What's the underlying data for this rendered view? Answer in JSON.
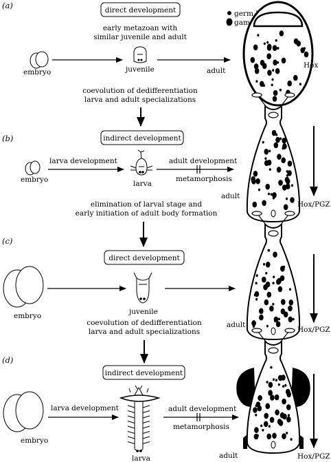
{
  "legend": {
    "germ_line": "germ line",
    "gametes": "gametes"
  },
  "panels": [
    {
      "letter": "(a)",
      "box": "direct development",
      "caption": [
        "early metazoan with",
        "similar juvenile and adult"
      ],
      "left_label": "embryo",
      "mid_label": "juvenile",
      "right_label": "adult",
      "axis_label": "Hox",
      "transition": [
        "coevolution of dedifferentiation",
        "larva and adult specializations"
      ]
    },
    {
      "letter": "(b)",
      "box": "indirect development",
      "left_arrow_label": "larva development",
      "left_label": "embryo",
      "mid_label": "larva",
      "right_arrow_label": "adult development",
      "right_arrow_sublabel": "metamorphosis",
      "right_label": "adult",
      "axis_label": "Hox/PGZ",
      "transition": [
        "elimination of larval stage and",
        "early initiation of adult body formation"
      ]
    },
    {
      "letter": "(c)",
      "box": "direct development",
      "left_label": "embryo",
      "mid_label": "juvenile",
      "right_label": "adult",
      "axis_label": "Hox/PGZ",
      "transition": [
        "coevolution of dedifferentiation",
        "larva and adult specializations"
      ]
    },
    {
      "letter": "(d)",
      "box": "indirect development",
      "left_arrow_label": "larva development",
      "left_label": "embryo",
      "mid_label": "larva",
      "right_arrow_label": "adult development",
      "right_arrow_sublabel": "metamorphosis",
      "right_label": "adult",
      "axis_label": "Hox/PGZ"
    }
  ],
  "colors": {
    "ink": "#000000",
    "paper": "#ffffff"
  }
}
